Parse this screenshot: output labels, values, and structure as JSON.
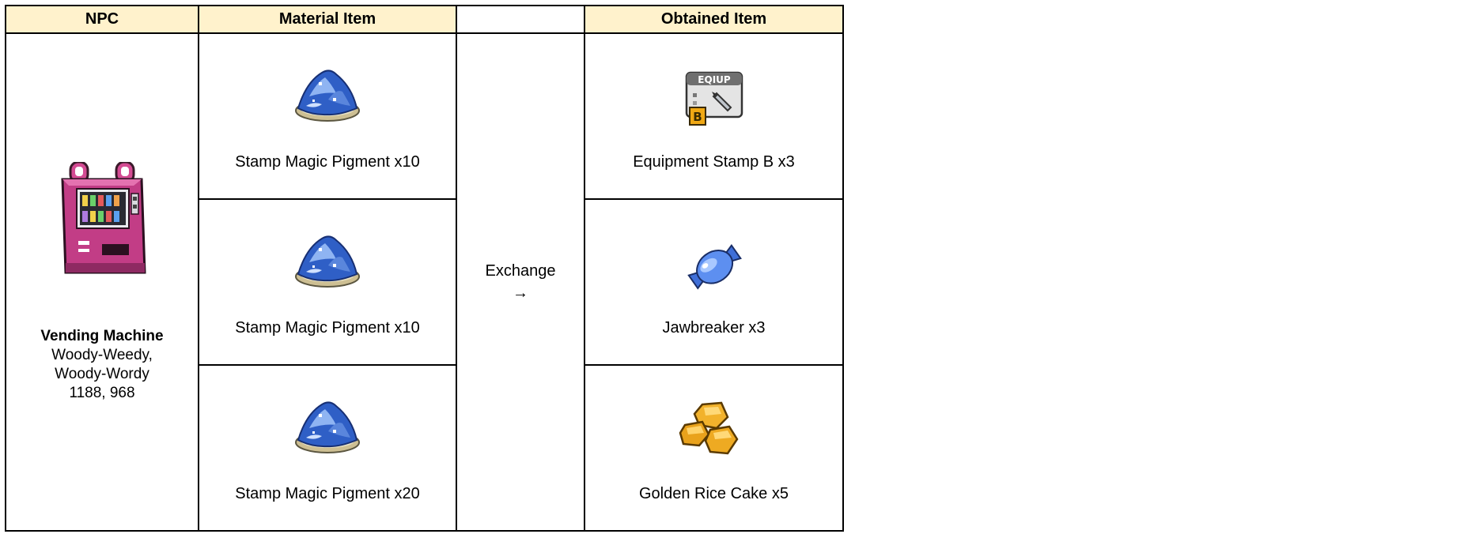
{
  "table": {
    "headers": {
      "npc": "NPC",
      "material": "Material Item",
      "obtained": "Obtained Item"
    },
    "npc": {
      "name": "Vending Machine",
      "location_line1": "Woody-Weedy,",
      "location_line2": "Woody-Wordy",
      "coordinates": "1188, 968",
      "icon": "vending-machine-icon"
    },
    "action": {
      "label": "Exchange",
      "arrow": "→"
    },
    "rows": [
      {
        "material": {
          "label": "Stamp Magic Pigment x10",
          "icon": "blue-pigment-pile-icon"
        },
        "obtained": {
          "label": "Equipment Stamp B x3",
          "icon": "equip-stamp-icon"
        }
      },
      {
        "material": {
          "label": "Stamp Magic Pigment x10",
          "icon": "blue-pigment-pile-icon"
        },
        "obtained": {
          "label": "Jawbreaker x3",
          "icon": "jawbreaker-candy-icon"
        }
      },
      {
        "material": {
          "label": "Stamp Magic Pigment x20",
          "icon": "blue-pigment-pile-icon"
        },
        "obtained": {
          "label": "Golden Rice Cake x5",
          "icon": "golden-rice-cake-icon"
        }
      }
    ],
    "equip_icon_text": "EQIUP",
    "equip_badge_text": "B"
  }
}
